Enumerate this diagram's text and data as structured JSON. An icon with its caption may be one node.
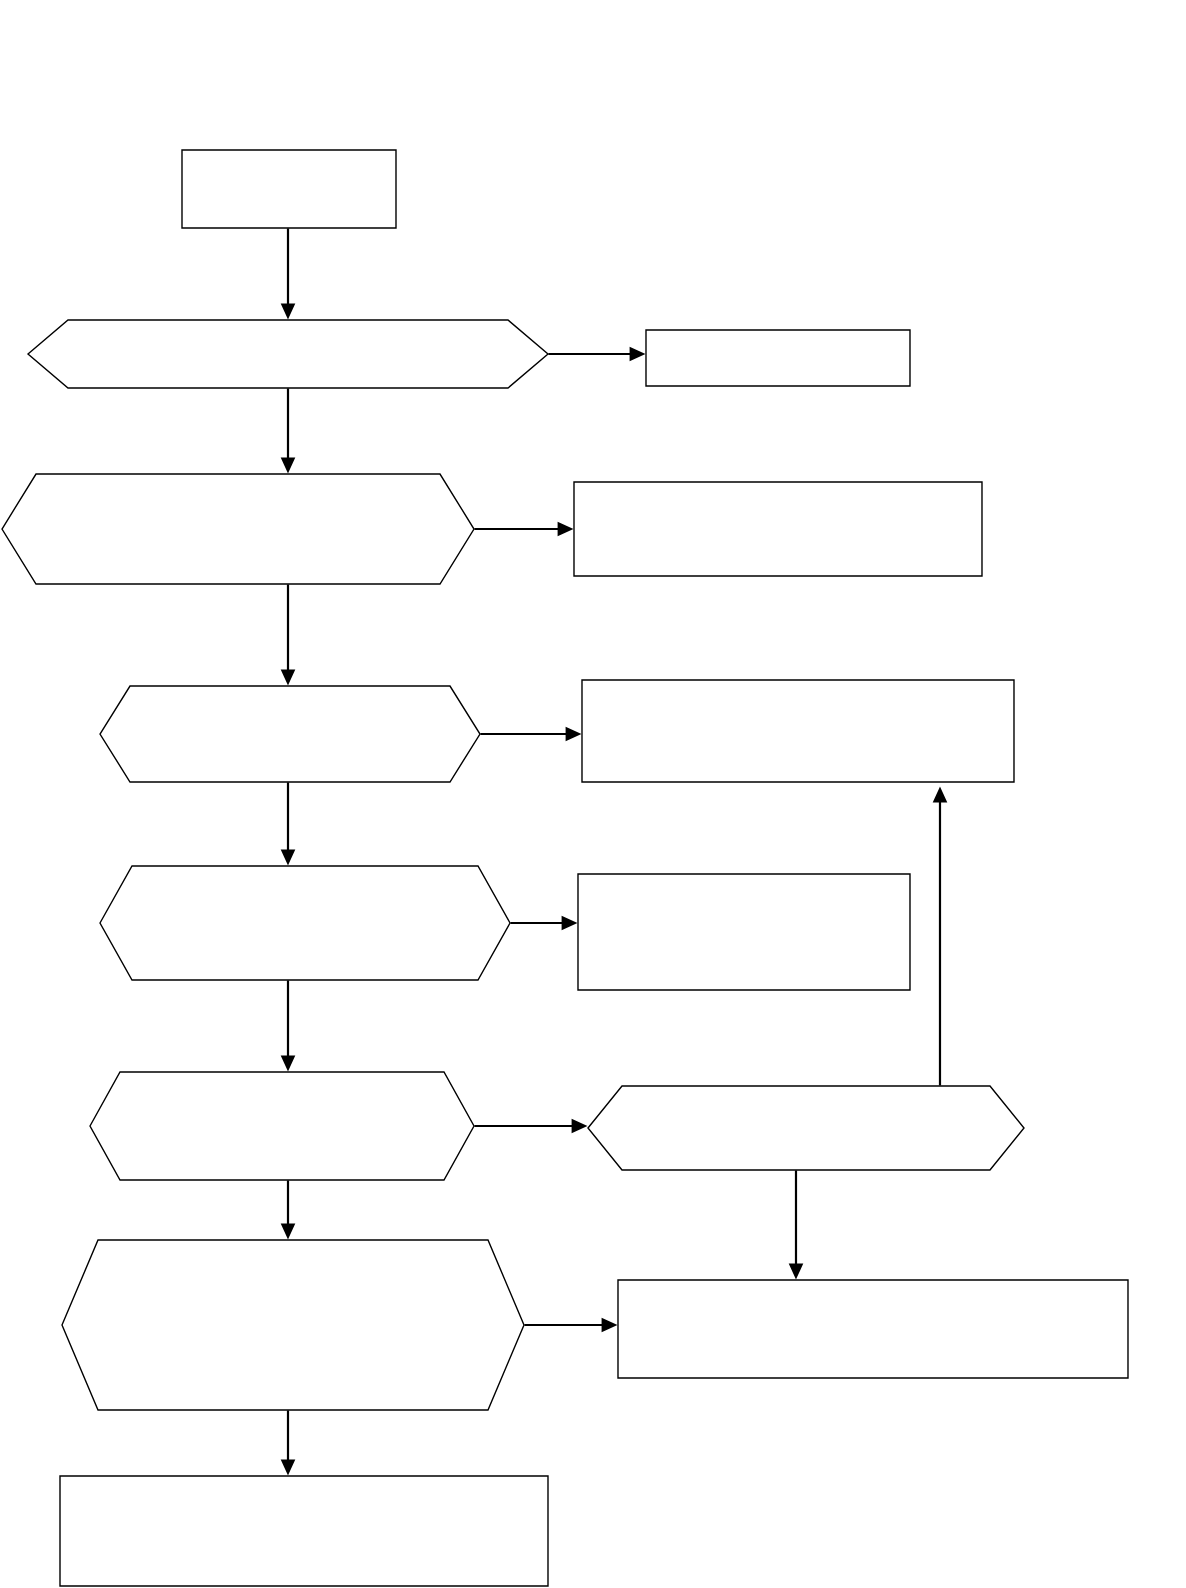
{
  "diagram": {
    "nodes": [
      {
        "text": [],
        "shape": "box"
      },
      {
        "text": [],
        "shape": "hexagon"
      },
      {
        "text": [],
        "shape": "box"
      },
      {
        "text": [],
        "shape": "hexagon"
      },
      {
        "text": [],
        "shape": "box"
      },
      {
        "text": [],
        "shape": "hexagon"
      },
      {
        "text": [],
        "shape": "box"
      },
      {
        "text": [],
        "shape": "hexagon"
      },
      {
        "text": [],
        "shape": "box"
      },
      {
        "text": [],
        "shape": "hexagon"
      },
      {
        "text": [],
        "shape": "hexagon"
      },
      {
        "text": [],
        "shape": "hexagon"
      },
      {
        "text": [],
        "shape": "box"
      },
      {
        "text": [],
        "shape": "box"
      }
    ],
    "edges": [
      {
        "from": 0,
        "to": 1,
        "arrow": "to"
      },
      {
        "from": 1,
        "to": 2,
        "arrow": "to"
      },
      {
        "from": 1,
        "to": 3,
        "arrow": "to"
      },
      {
        "from": 3,
        "to": 4,
        "arrow": "to"
      },
      {
        "from": 3,
        "to": 5,
        "arrow": "to"
      },
      {
        "from": 5,
        "to": 6,
        "arrow": "to"
      },
      {
        "from": 5,
        "to": 7,
        "arrow": "to"
      },
      {
        "from": 7,
        "to": 8,
        "arrow": "to"
      },
      {
        "from": 7,
        "to": 9,
        "arrow": "to"
      },
      {
        "from": 9,
        "to": 10,
        "arrow": "to"
      },
      {
        "from": 10,
        "to": 6,
        "arrow": "to"
      },
      {
        "from": 10,
        "to": 12,
        "arrow": "to"
      },
      {
        "from": 9,
        "to": 11,
        "arrow": "to"
      },
      {
        "from": 11,
        "to": 12,
        "arrow": "to"
      },
      {
        "from": 11,
        "to": 13,
        "arrow": "to"
      }
    ]
  }
}
